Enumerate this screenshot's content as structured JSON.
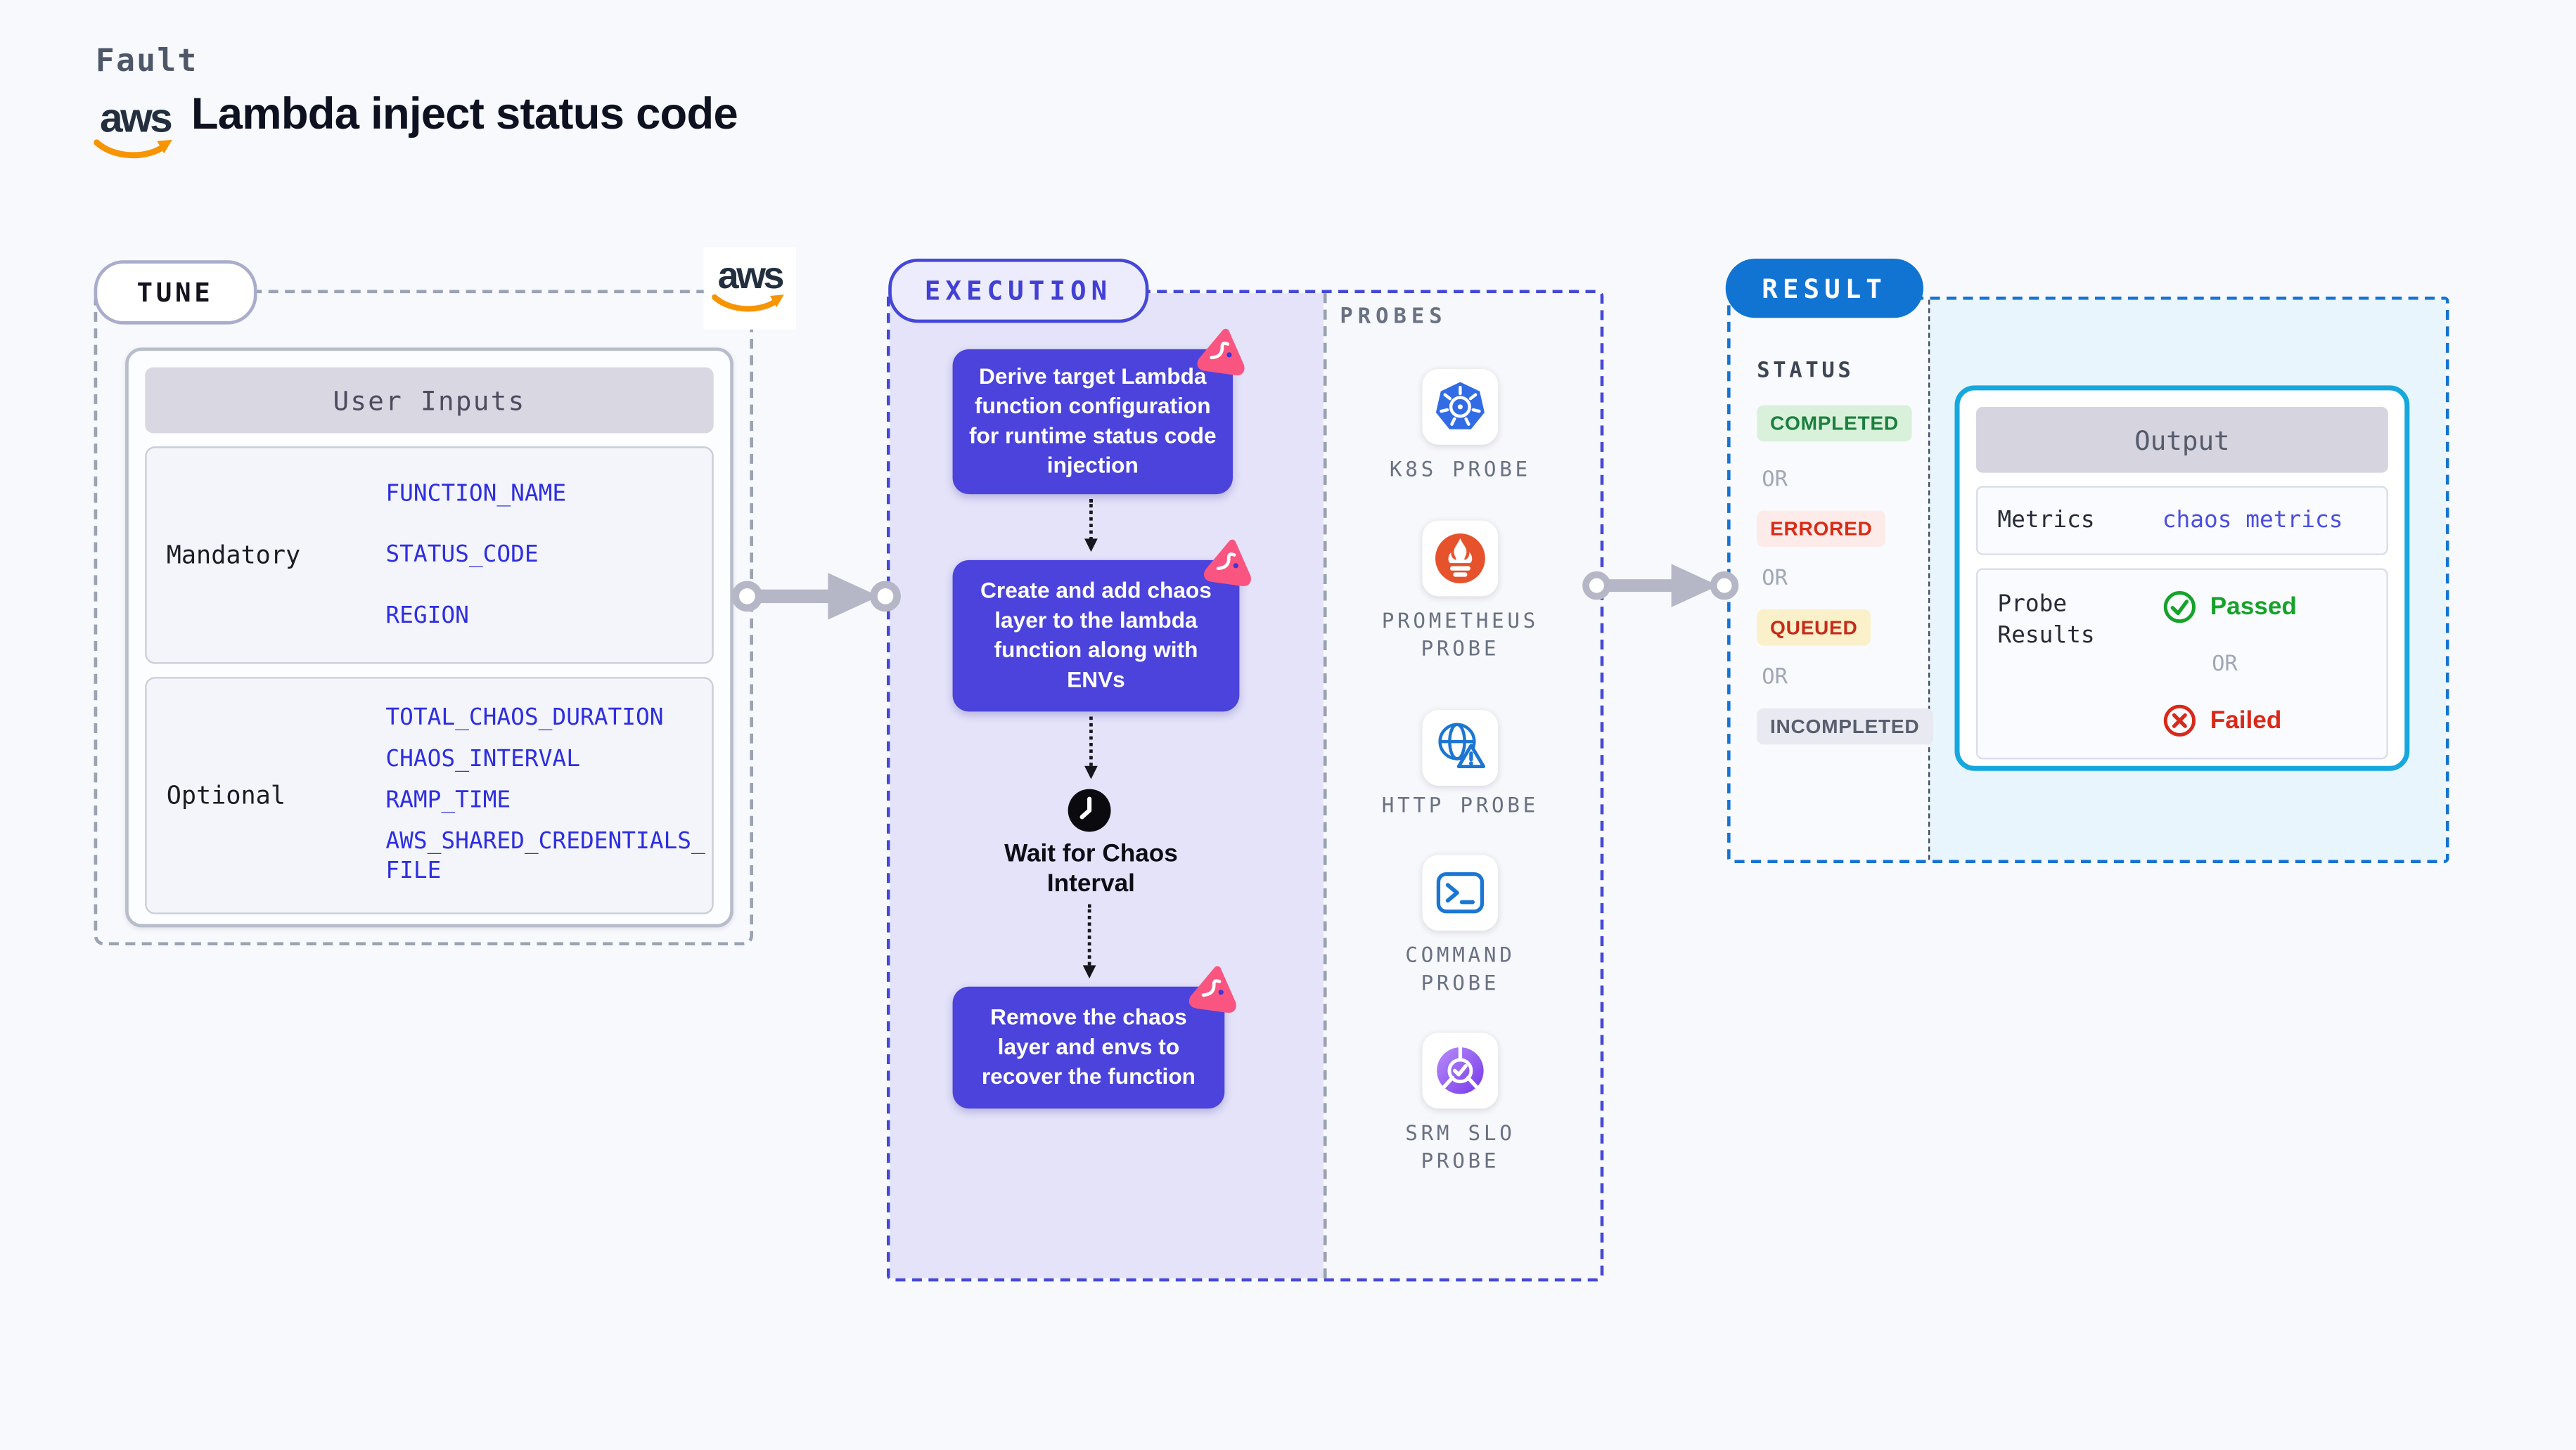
{
  "header": {
    "kicker": "Fault",
    "aws_text": "aws",
    "title": "Lambda inject status code"
  },
  "tune": {
    "badge": "TUNE",
    "table_title": "User Inputs",
    "rows": [
      {
        "label": "Mandatory",
        "values": [
          "FUNCTION_NAME",
          "STATUS_CODE",
          "REGION"
        ]
      },
      {
        "label": "Optional",
        "values": [
          "TOTAL_CHAOS_DURATION",
          "CHAOS_INTERVAL",
          "RAMP_TIME",
          "AWS_SHARED_CREDENTIALS_FILE"
        ]
      }
    ]
  },
  "execution": {
    "badge": "EXECUTION",
    "steps": [
      {
        "type": "action",
        "text": "Derive target Lambda function configuration for runtime status code injection"
      },
      {
        "type": "action",
        "text": "Create and add chaos layer to the lambda function along with ENVs"
      },
      {
        "type": "wait",
        "text": "Wait for Chaos Interval"
      },
      {
        "type": "action",
        "text": "Remove the chaos layer and envs to recover the function"
      }
    ]
  },
  "probes": {
    "title": "PROBES",
    "items": [
      {
        "label": "K8S PROBE",
        "icon": "kubernetes-icon"
      },
      {
        "label": "PROMETHEUS PROBE",
        "icon": "prometheus-icon"
      },
      {
        "label": "HTTP PROBE",
        "icon": "globe-warning-icon"
      },
      {
        "label": "COMMAND PROBE",
        "icon": "terminal-icon"
      },
      {
        "label": "SRM SLO PROBE",
        "icon": "gauge-check-icon"
      }
    ]
  },
  "result": {
    "badge": "RESULT",
    "status_title": "STATUS",
    "or_label": "OR",
    "statuses": [
      {
        "label": "COMPLETED",
        "fg": "#1b7f3d",
        "bg": "#d9f1da"
      },
      {
        "label": "ERRORED",
        "fg": "#d92b16",
        "bg": "#fcebe8"
      },
      {
        "label": "QUEUED",
        "fg": "#c62c1a",
        "bg": "#faf0ca"
      },
      {
        "label": "INCOMPLETED",
        "fg": "#585e6e",
        "bg": "#e8e9f1"
      }
    ],
    "output": {
      "title": "Output",
      "metrics_label": "Metrics",
      "metrics_value": "chaos metrics",
      "probe_results_label": "Probe Results",
      "passed_label": "Passed",
      "failed_label": "Failed"
    }
  },
  "colors": {
    "page_bg": "#f8f9fd",
    "step_box_indigo": "#4b43dc",
    "execution_border": "#4547d8",
    "execution_bg": "#e4e3f9",
    "tune_border": "#9aa3b2",
    "result_border": "#1573d2",
    "result_badge_bg": "#1174d2",
    "result_bg": "#e8f5fc",
    "output_border": "#16a7de",
    "env_var_blue": "#2e2ee2",
    "aws_orange": "#f79400",
    "litmus_pink": "#fa5580",
    "kubernetes_blue": "#326ce5",
    "prometheus_orange": "#e6522c",
    "http_blue": "#1b76d3",
    "srm_purple": "#7738ea",
    "passed_green": "#17a22b",
    "failed_red": "#d9291a"
  }
}
